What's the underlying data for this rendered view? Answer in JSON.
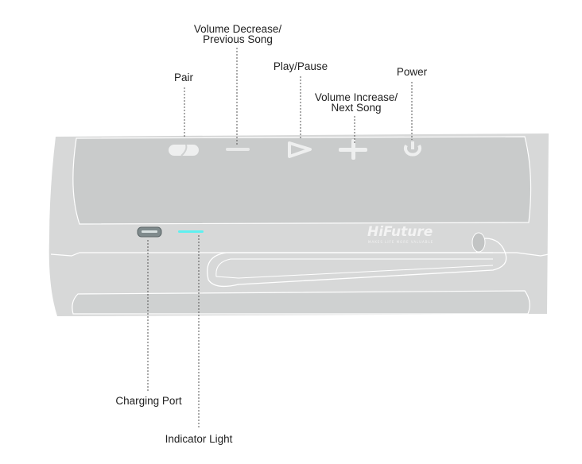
{
  "labels": {
    "pair": "Pair",
    "volume_decrease": [
      "Volume Decrease/",
      "Previous Song"
    ],
    "play_pause": "Play/Pause",
    "volume_increase": [
      "Volume Increase/",
      "Next Song"
    ],
    "power": "Power",
    "charging_port": "Charging Port",
    "indicator_light": "Indicator Light"
  },
  "brand": {
    "name": "HiFuture",
    "tagline": "MAKES LIFE MORE VALUABLE"
  },
  "colors": {
    "body": "#d7d8d8",
    "panel": "#c9cbcb",
    "indicator": "#5ff0f0",
    "text": "#222222"
  }
}
